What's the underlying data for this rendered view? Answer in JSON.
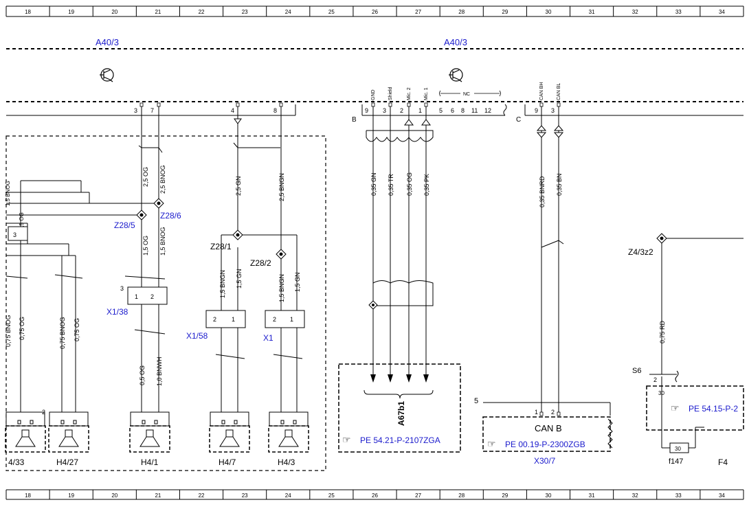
{
  "grid": {
    "columns": [
      "18",
      "19",
      "20",
      "21",
      "22",
      "23",
      "24",
      "25",
      "26",
      "27",
      "28",
      "29",
      "30",
      "31",
      "32",
      "33",
      "34"
    ]
  },
  "modules": {
    "left": "A40/3",
    "right": "A40/3"
  },
  "connector_b": {
    "letter": "B",
    "pins": [
      "9",
      "3",
      "2",
      "1"
    ],
    "nc_pins": [
      "5",
      "6",
      "8",
      "11",
      "12"
    ],
    "signals": [
      "GND",
      "Shield",
      "Mic. 2",
      "Mic. 1"
    ],
    "nc_label": "NC"
  },
  "connector_c": {
    "letter": "C",
    "pins": [
      "9",
      "3"
    ],
    "signals": [
      "CAN BH",
      "CAN BL"
    ]
  },
  "left_pins": [
    "3",
    "7",
    "4",
    "8"
  ],
  "wires": {
    "w_og_25": "2,5 OG",
    "w_bnog_25": "2,5 BNOG",
    "w_gn_25": "2,5 GN",
    "w_bngn_25": "2,5 BNGN",
    "w_og_15_a": "1,5 OG",
    "w_bnog_15": "1,5 BNOG",
    "w_og_15_b": "1,5 OG",
    "w_bnog_15_b": "1,5 BNOG",
    "w_bngn_15_a": "1,5 BNGN",
    "w_gn_15_a": "1,5 GN",
    "w_bngn_15_b": "1,5 BNGN",
    "w_gn_15_b": "1,5 GN",
    "w_bnog_075_a": "0,75 BNOG",
    "w_og_075_a": "0,75 OG",
    "w_bnog_075_b": "0,75 BNOG",
    "w_og_075_b": "0,75 OG",
    "w_og_05": "0,5 OG",
    "w_bnwh_10": "1,0 BNWH",
    "w_gn_035": "0,35 GN",
    "w_tr_035": "0,35 TR",
    "w_og_035": "0,35 OG",
    "w_pk_035": "0,35 PK",
    "w_bnrd_035": "0,35 BNRD",
    "w_bn_035": "0,35 BN",
    "w_rd_075": "0,75 RD"
  },
  "nodes": {
    "z28_5": "Z28/5",
    "z28_6": "Z28/6",
    "z28_1": "Z28/1",
    "z28_2": "Z28/2",
    "z4_3z2": "Z4/3z2"
  },
  "connectors": {
    "x1_38": "X1/38",
    "x1_58": "X1/58",
    "x1": "X1",
    "x30_7": "X30/7"
  },
  "speakers": {
    "h4_33": "4/33",
    "h4_27": "H4/27",
    "h4_1": "H4/1",
    "h4_7": "H4/7",
    "h4_3": "H4/3"
  },
  "a67b1": {
    "label": "A67b1",
    "ref": "PE 54.21-P-2107ZGA"
  },
  "can_b": {
    "label": "CAN B",
    "ref": "PE 00.19-P-2300ZGB",
    "side_num": "5"
  },
  "right_block": {
    "s6": "S6",
    "ref": "PE 54.15-P-2",
    "f147": "f147",
    "f4": "F4",
    "fuse_num": "30",
    "pin30": "30"
  },
  "misc_pins": {
    "p1": "1",
    "p2": "2",
    "p3": "3"
  },
  "colors": {
    "line": "#000000",
    "label_blue": "#1a1acc",
    "background": "#ffffff"
  }
}
